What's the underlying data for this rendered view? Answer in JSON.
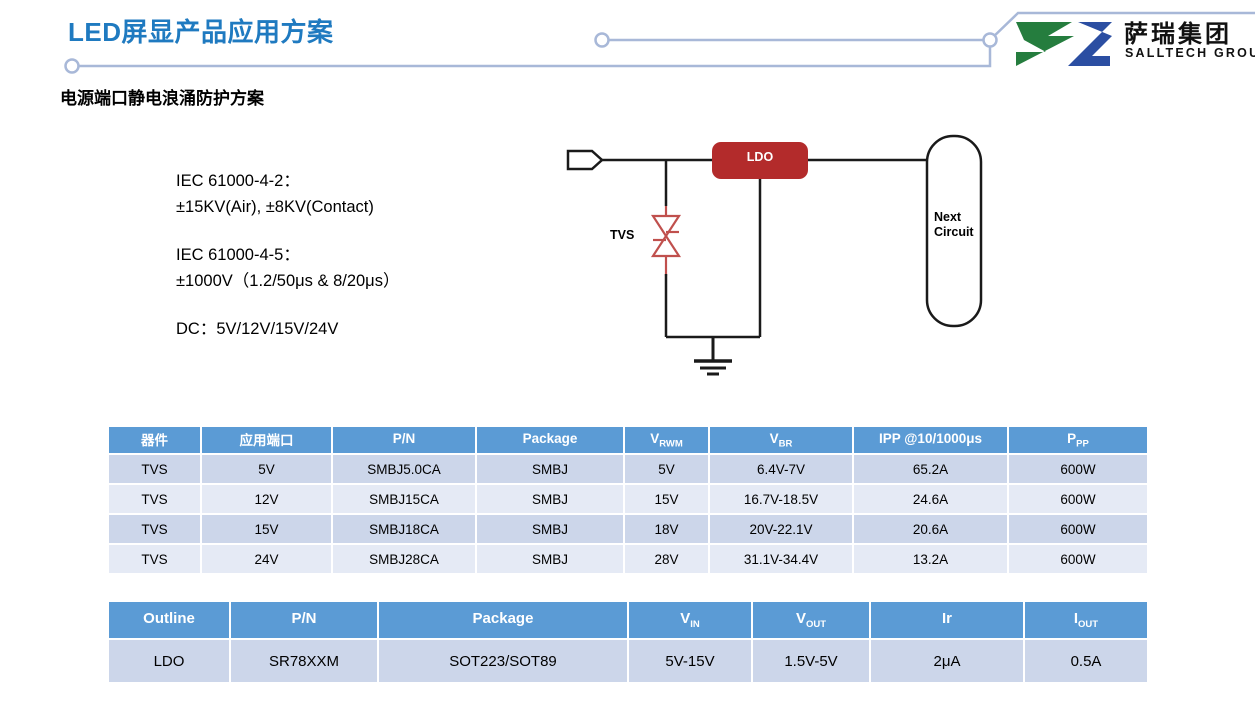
{
  "header": {
    "title": "LED屏显产品应用方案",
    "subtitle": "电源端口静电浪涌防护方案",
    "accent_color": "#1f7ac0",
    "deco_line_color": "#a8b8d8"
  },
  "logo": {
    "cn_name": "萨瑞集团",
    "en_name": "SALLTECH GROUP",
    "mark_green": "#257d3e",
    "mark_blue": "#2b4ea2"
  },
  "spec_text": {
    "groups": [
      {
        "line1": "IEC 61000-4-2：",
        "line2": "±15KV(Air), ±8KV(Contact)"
      },
      {
        "line1": "IEC 61000-4-5：",
        "line2": "±1000V（1.2/50μs & 8/20μs）"
      },
      {
        "line1": "DC：5V/12V/15V/24V",
        "line2": ""
      }
    ]
  },
  "circuit": {
    "tvs_label": "TVS",
    "ldo_label": "LDO",
    "next_circuit_line1": "Next",
    "next_circuit_line2": "Circuit",
    "ldo_color": "#b32b2b",
    "tvs_color": "#c0504d",
    "wire_color": "#1a1a1a"
  },
  "table_tvs": {
    "headers": [
      {
        "text": "器件",
        "sub": ""
      },
      {
        "text": "应用端口",
        "sub": ""
      },
      {
        "text": "P/N",
        "sub": ""
      },
      {
        "text": "Package",
        "sub": ""
      },
      {
        "text": "V",
        "sub": "RWM"
      },
      {
        "text": "V",
        "sub": "BR"
      },
      {
        "text": "IPP @10/1000μs",
        "sub": ""
      },
      {
        "text": "P",
        "sub": "PP"
      }
    ],
    "rows": [
      [
        "TVS",
        "5V",
        "SMBJ5.0CA",
        "SMBJ",
        "5V",
        "6.4V-7V",
        "65.2A",
        "600W"
      ],
      [
        "TVS",
        "12V",
        "SMBJ15CA",
        "SMBJ",
        "15V",
        "16.7V-18.5V",
        "24.6A",
        "600W"
      ],
      [
        "TVS",
        "15V",
        "SMBJ18CA",
        "SMBJ",
        "18V",
        "20V-22.1V",
        "20.6A",
        "600W"
      ],
      [
        "TVS",
        "24V",
        "SMBJ28CA",
        "SMBJ",
        "28V",
        "31.1V-34.4V",
        "13.2A",
        "600W"
      ]
    ],
    "header_color": "#5b9bd5",
    "row_odd_color": "#ccd6ea",
    "row_even_color": "#e5eaf5"
  },
  "table_ldo": {
    "headers": [
      {
        "text": "Outline",
        "sub": ""
      },
      {
        "text": "P/N",
        "sub": ""
      },
      {
        "text": "Package",
        "sub": ""
      },
      {
        "text": "V",
        "sub": "IN"
      },
      {
        "text": "V",
        "sub": "OUT"
      },
      {
        "text": "Ir",
        "sub": ""
      },
      {
        "text": "I",
        "sub": "OUT"
      }
    ],
    "rows": [
      [
        "LDO",
        "SR78XXM",
        "SOT223/SOT89",
        "5V-15V",
        "1.5V-5V",
        "2μA",
        "0.5A"
      ]
    ],
    "header_color": "#5b9bd5",
    "row_color": "#ccd6ea"
  }
}
